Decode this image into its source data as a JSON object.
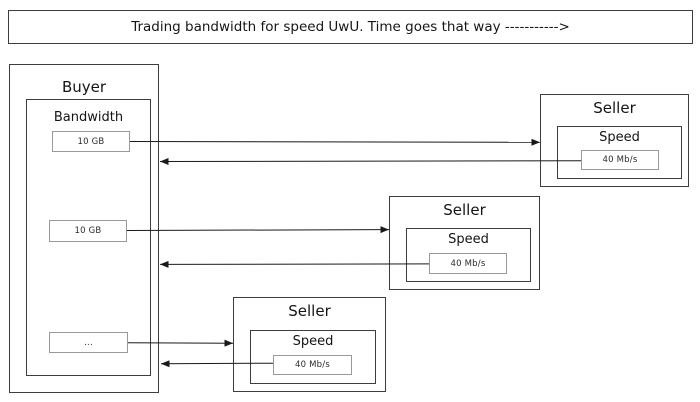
{
  "title": {
    "text": "Trading bandwidth for speed UwU. Time goes that way ----------->"
  },
  "buyer": {
    "label": "Buyer",
    "bandwidth": {
      "label": "Bandwidth",
      "items": [
        {
          "value": "10 GB"
        },
        {
          "value": "10 GB"
        },
        {
          "value": "..."
        }
      ]
    }
  },
  "sellers": [
    {
      "label": "Seller",
      "speed": {
        "label": "Speed",
        "value": "40 Mb/s"
      }
    },
    {
      "label": "Seller",
      "speed": {
        "label": "Speed",
        "value": "40 Mb/s"
      }
    },
    {
      "label": "Seller",
      "speed": {
        "label": "Speed",
        "value": "40 Mb/s"
      }
    }
  ],
  "colors": {
    "background": "#ffffff",
    "box_border": "#3d3d3d",
    "value_box_border": "#999999",
    "arrow": "#1a1a1a",
    "text": "#141414"
  }
}
